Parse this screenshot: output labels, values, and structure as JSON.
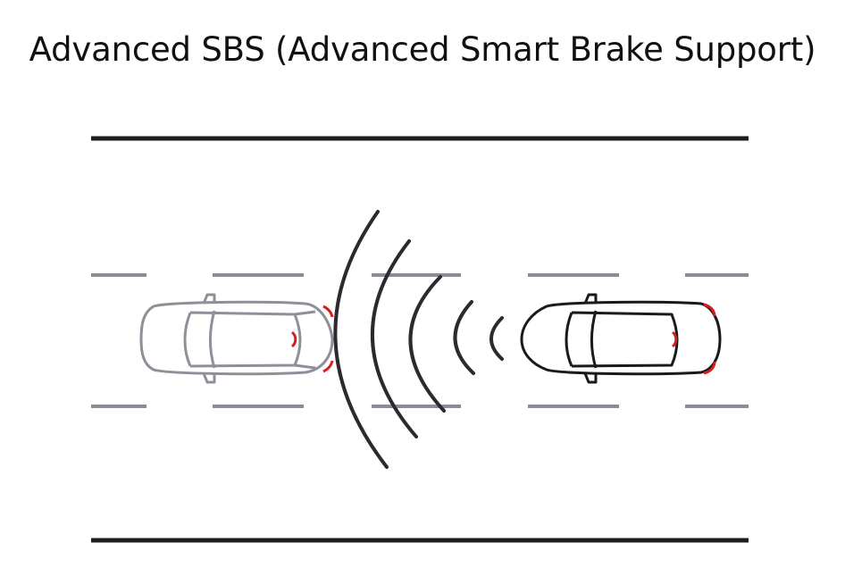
{
  "title": "Advanced SBS (Advanced Smart Brake Support)",
  "colors": {
    "road_edge": "#1e1e22",
    "lane_marking": "#8a8d96",
    "own_vehicle": "#8d9098",
    "lead_vehicle": "#1a1a1e",
    "radar_waves": "#2a2a30",
    "lights": "#d81e1e"
  },
  "elements": {
    "own_vehicle": "own-vehicle",
    "lead_vehicle": "lead-vehicle",
    "radar_waves_count": 5
  }
}
